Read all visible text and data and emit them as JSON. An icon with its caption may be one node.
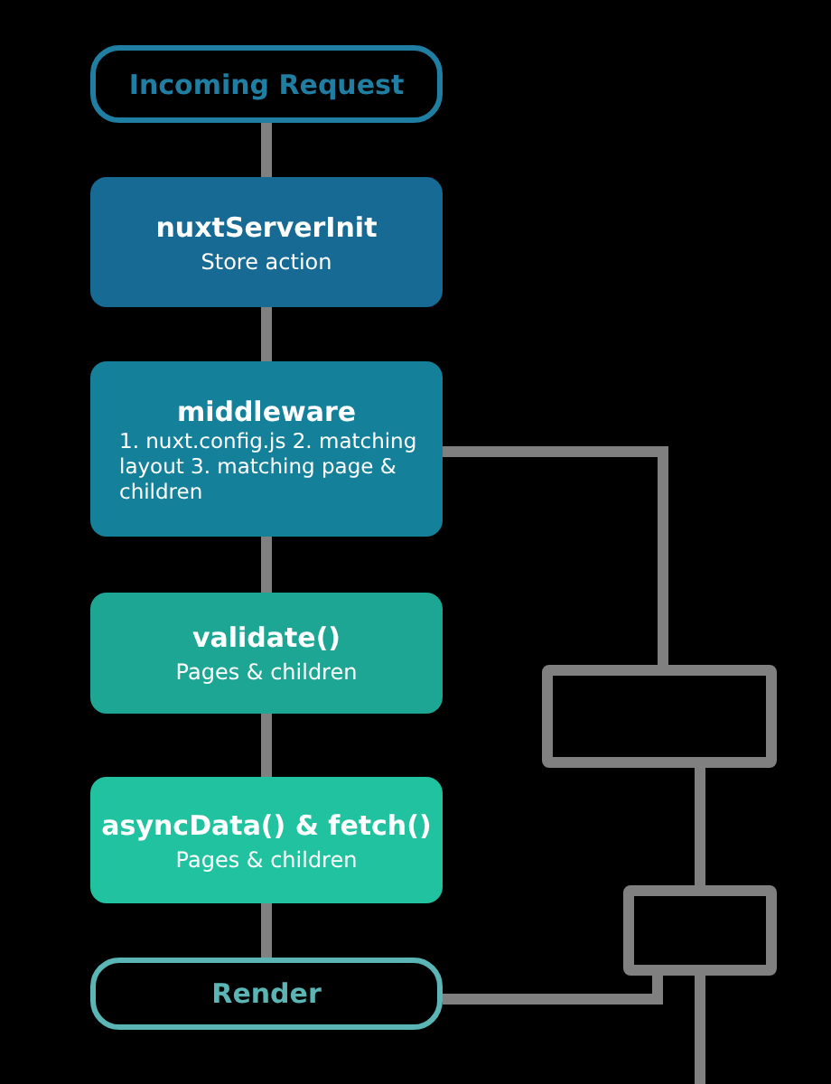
{
  "diagram": {
    "nodes": [
      {
        "text": [
          "Incoming Request"
        ]
      },
      {
        "text": [
          "nuxtServerInit",
          "Store action"
        ]
      },
      {
        "text": [
          "middleware",
          "1. nuxt.config.js 2. matching layout 3. matching page & children"
        ]
      },
      {
        "text": [
          "validate()",
          "Pages & children"
        ]
      },
      {
        "text": [
          "asyncData() & fetch()",
          "Pages & children"
        ]
      },
      {
        "text": [
          "Render"
        ]
      },
      {
        "text": [],
        "shape": "box"
      },
      {
        "text": [],
        "shape": "box"
      }
    ],
    "edges": [
      {
        "from": 0,
        "to": 1,
        "arrow": "none"
      },
      {
        "from": 1,
        "to": 2,
        "arrow": "none"
      },
      {
        "from": 2,
        "to": 3,
        "arrow": "none"
      },
      {
        "from": 3,
        "to": 4,
        "arrow": "none"
      },
      {
        "from": 4,
        "to": 5,
        "arrow": "none"
      },
      {
        "from": 2,
        "to": 6,
        "arrow": "none"
      },
      {
        "from": 6,
        "to": 7,
        "arrow": "none"
      },
      {
        "from": 5,
        "to": 7,
        "arrow": "none"
      },
      {
        "from": 7,
        "to": null,
        "arrow": "none"
      }
    ]
  }
}
